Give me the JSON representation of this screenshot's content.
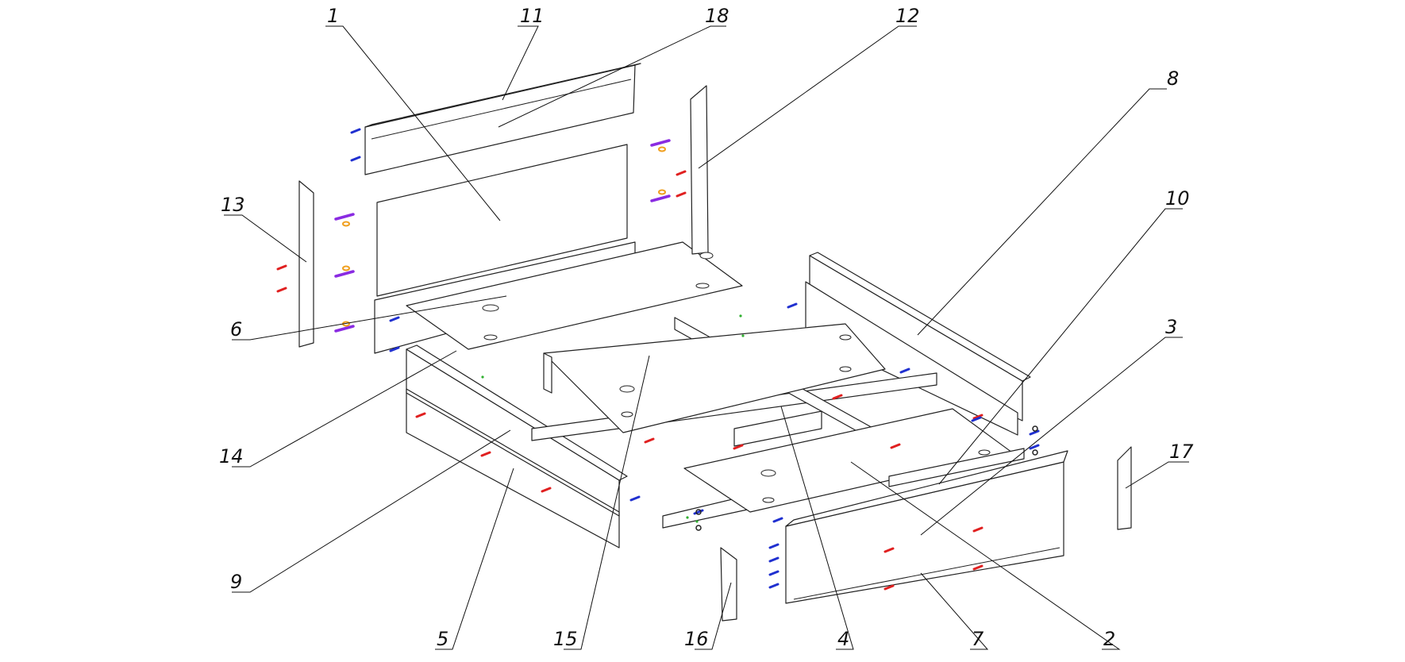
{
  "callouts": [
    {
      "id": "c1",
      "label": "1"
    },
    {
      "id": "c2",
      "label": "2"
    },
    {
      "id": "c3",
      "label": "3"
    },
    {
      "id": "c4",
      "label": "4"
    },
    {
      "id": "c5",
      "label": "5"
    },
    {
      "id": "c6",
      "label": "6"
    },
    {
      "id": "c7",
      "label": "7"
    },
    {
      "id": "c8",
      "label": "8"
    },
    {
      "id": "c9",
      "label": "9"
    },
    {
      "id": "c10",
      "label": "10"
    },
    {
      "id": "c11",
      "label": "11"
    },
    {
      "id": "c12",
      "label": "12"
    },
    {
      "id": "c13",
      "label": "13"
    },
    {
      "id": "c14",
      "label": "14"
    },
    {
      "id": "c15",
      "label": "15"
    },
    {
      "id": "c16",
      "label": "16"
    },
    {
      "id": "c17",
      "label": "17"
    },
    {
      "id": "c18",
      "label": "18"
    }
  ],
  "colors": {
    "line": "#222222",
    "screw_red": "#e02020",
    "screw_blue": "#2030d0",
    "bolt_purple": "#8a2be2",
    "washer_orange": "#f0a020",
    "dowel_green": "#30b030",
    "background": "#ffffff"
  }
}
